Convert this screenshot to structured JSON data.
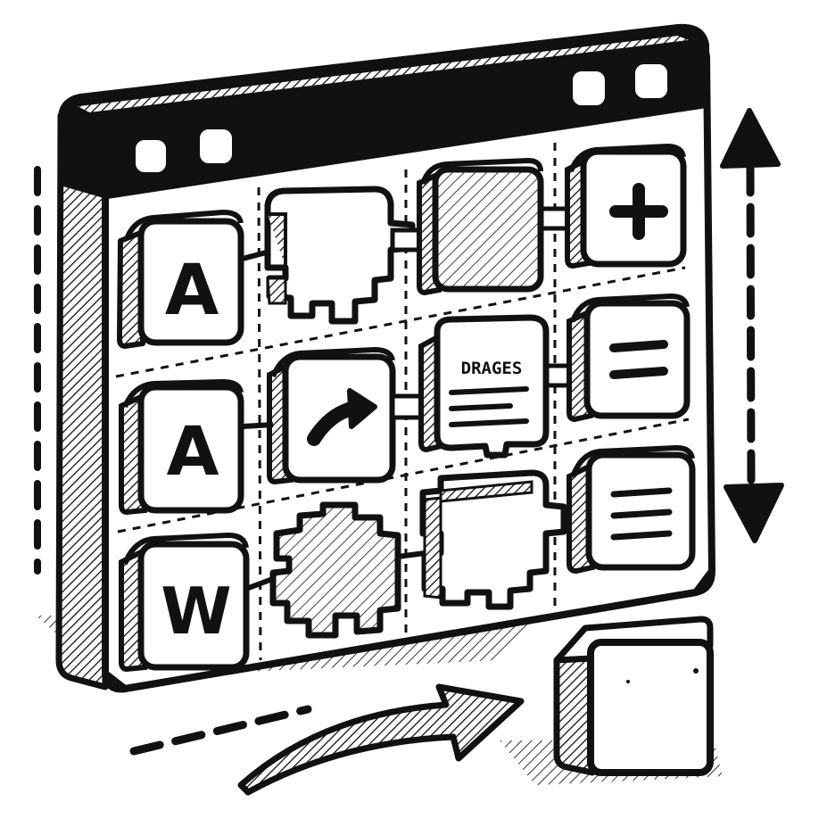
{
  "tiles": {
    "r1c1": "A",
    "r2c1": "A",
    "r3c1": "W",
    "r2c3": "DRAGES"
  },
  "icons": {
    "r1c4": "plus-icon",
    "r2c2": "curved-arrow-icon",
    "r2c4": "equals-icon",
    "r3c4": "list-lines-icon",
    "r2c3": "document-lines-icon",
    "r1c2": "puzzle-outline-icon",
    "r1c3": "shaded-block-icon",
    "r3c2": "puzzle-shaded-icon",
    "r3c3": "puzzle-outline-icon",
    "vertical-scroll": "double-arrow-vertical-icon",
    "drag-hint": "curved-arrow-right-icon",
    "dragged-block": "cube-icon"
  },
  "style": {
    "ink": "#111111",
    "paper": "#ffffff",
    "shade": "#bdbdbd"
  }
}
